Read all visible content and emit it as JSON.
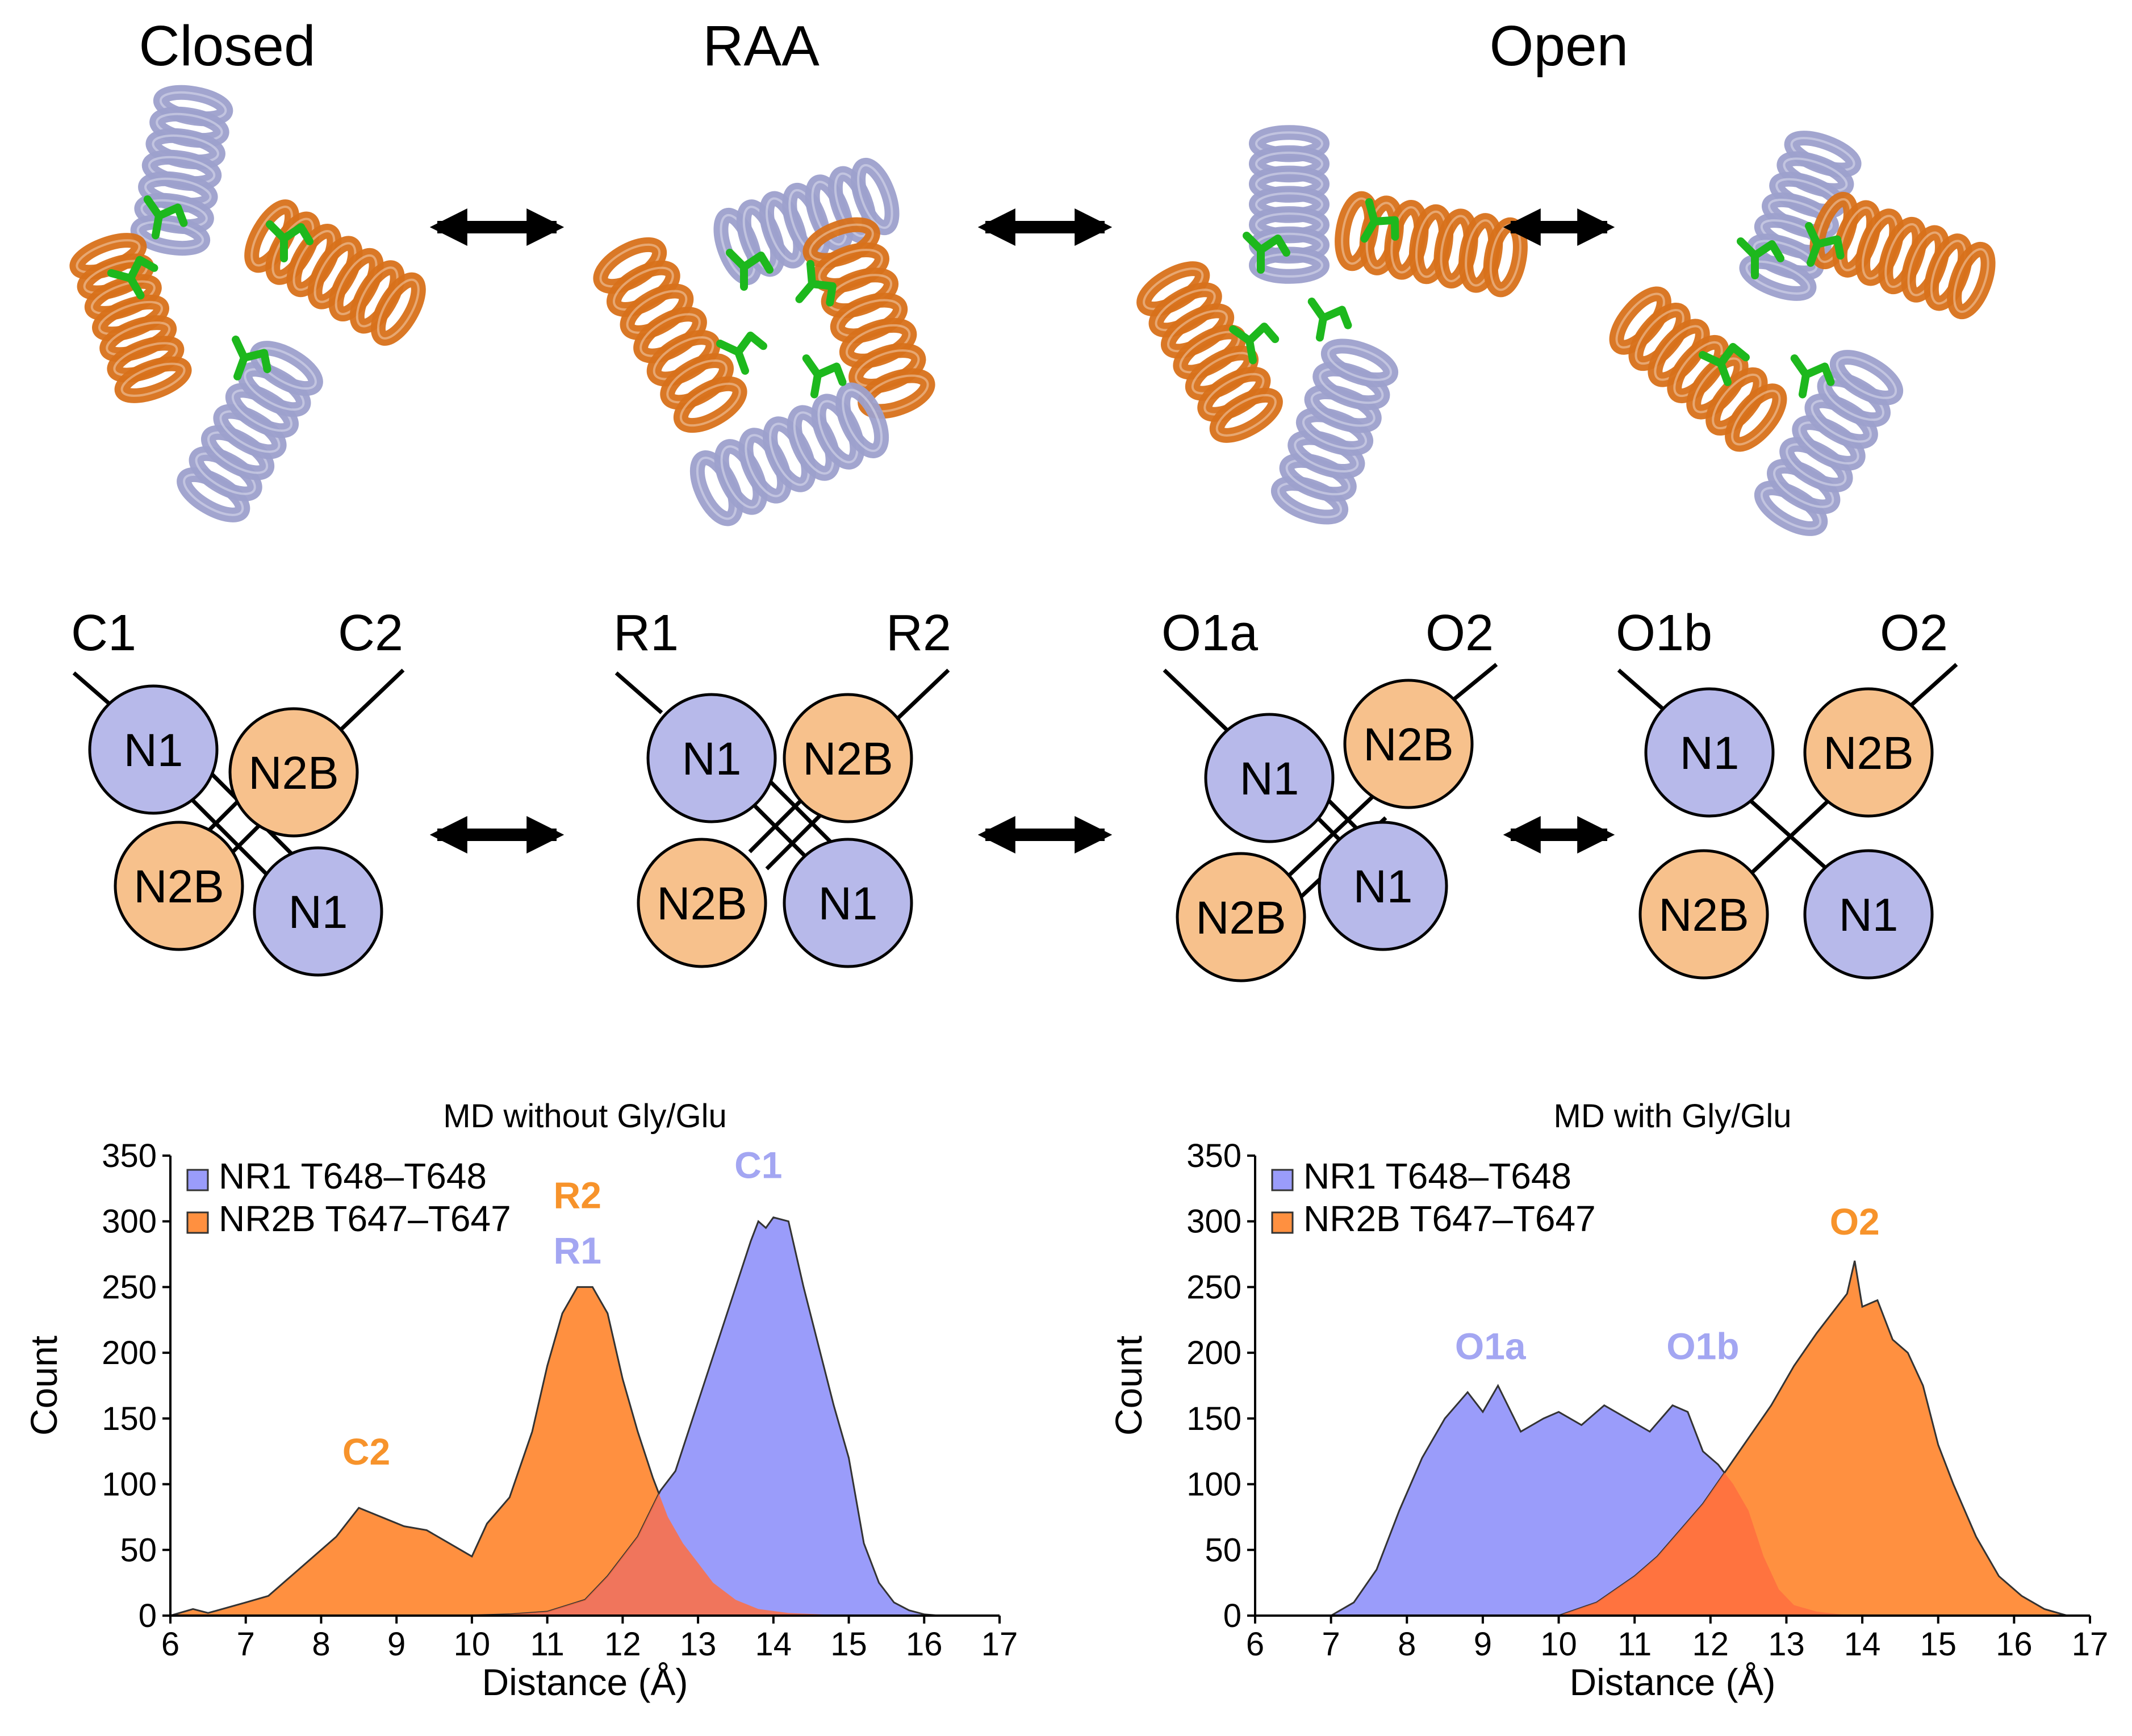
{
  "colors": {
    "n1_fill": "#b7b9ea",
    "n2b_fill": "#f7c18c",
    "helix_n1": "#9da0cc",
    "helix_n2b": "#d8711a",
    "residue": "#1db81d",
    "series_nr1": "#9a9cfa",
    "series_nr2b": "#ff9040",
    "overlap": "#ff6e40",
    "peak_n1": "#a3a6f2",
    "peak_n2b": "#f7932b"
  },
  "states": {
    "closed": "Closed",
    "raa": "RAA",
    "open": "Open"
  },
  "schematics": [
    {
      "id": "closed",
      "left_label": "C1",
      "right_label": "C2",
      "nodes": [
        "N1",
        "N2B",
        "N2B",
        "N1"
      ]
    },
    {
      "id": "raa",
      "left_label": "R1",
      "right_label": "R2",
      "nodes": [
        "N1",
        "N2B",
        "N2B",
        "N1"
      ]
    },
    {
      "id": "open_a",
      "left_label": "O1a",
      "right_label": "O2",
      "nodes": [
        "N1",
        "N2B",
        "N2B",
        "N1"
      ]
    },
    {
      "id": "open_b",
      "left_label": "O1b",
      "right_label": "O2",
      "nodes": [
        "N1",
        "N2B",
        "N2B",
        "N1"
      ]
    }
  ],
  "arrow_icon": "double-arrow-icon",
  "chart_data": [
    {
      "type": "area",
      "title": "MD without Gly/Glu",
      "xlabel": "Distance (Å)",
      "ylabel": "Count",
      "xlim": [
        6,
        17
      ],
      "ylim": [
        0,
        350
      ],
      "xticks": [
        "6",
        "7",
        "8",
        "9",
        "10",
        "11",
        "12",
        "13",
        "14",
        "15",
        "16",
        "17"
      ],
      "yticks": [
        "0",
        "50",
        "100",
        "150",
        "200",
        "250",
        "300",
        "350"
      ],
      "legend_position": "top-left",
      "series": [
        {
          "name": "NR1 T648–T648",
          "x": [
            9.9,
            10.5,
            11.0,
            11.5,
            11.8,
            12.2,
            12.5,
            12.7,
            12.9,
            13.1,
            13.3,
            13.5,
            13.7,
            13.8,
            13.9,
            14.0,
            14.2,
            14.4,
            14.6,
            14.8,
            15.0,
            15.2,
            15.4,
            15.6,
            15.8,
            16.0,
            16.2
          ],
          "values": [
            0,
            1,
            3,
            12,
            30,
            60,
            95,
            110,
            145,
            180,
            215,
            250,
            285,
            300,
            295,
            303,
            300,
            250,
            205,
            160,
            120,
            55,
            25,
            10,
            4,
            1,
            0
          ]
        },
        {
          "name": "NR2B T647–T647",
          "x": [
            6.0,
            6.3,
            6.5,
            7.0,
            7.3,
            7.6,
            7.9,
            8.2,
            8.5,
            8.8,
            9.1,
            9.4,
            9.7,
            10.0,
            10.2,
            10.5,
            10.8,
            11.0,
            11.2,
            11.4,
            11.6,
            11.8,
            12.0,
            12.2,
            12.4,
            12.6,
            12.8,
            13.0,
            13.2,
            13.5,
            13.8,
            14.2,
            14.6,
            15.0
          ],
          "values": [
            0,
            5,
            2,
            10,
            15,
            30,
            45,
            60,
            82,
            75,
            68,
            65,
            55,
            45,
            70,
            90,
            140,
            190,
            230,
            250,
            250,
            230,
            180,
            140,
            105,
            75,
            55,
            40,
            25,
            12,
            5,
            2,
            1,
            0
          ]
        }
      ],
      "annotations": [
        {
          "text": "C2",
          "series": "NR2B T647–T647",
          "x": 8.6,
          "y": 115
        },
        {
          "text": "R2",
          "series": "NR2B T647–T647",
          "x": 11.4,
          "y": 310
        },
        {
          "text": "R1",
          "series": "NR1 T648–T648",
          "x": 11.4,
          "y": 268
        },
        {
          "text": "C1",
          "series": "NR1 T648–T648",
          "x": 13.8,
          "y": 333
        }
      ]
    },
    {
      "type": "area",
      "title": "MD with Gly/Glu",
      "xlabel": "Distance (Å)",
      "ylabel": "Count",
      "xlim": [
        6,
        17
      ],
      "ylim": [
        0,
        350
      ],
      "xticks": [
        "6",
        "7",
        "8",
        "9",
        "10",
        "11",
        "12",
        "13",
        "14",
        "15",
        "16",
        "17"
      ],
      "yticks": [
        "0",
        "50",
        "100",
        "150",
        "200",
        "250",
        "300",
        "350"
      ],
      "legend_position": "top-left",
      "series": [
        {
          "name": "NR1 T648–T648",
          "x": [
            7.0,
            7.3,
            7.6,
            7.9,
            8.2,
            8.5,
            8.8,
            9.0,
            9.2,
            9.5,
            9.8,
            10.0,
            10.3,
            10.6,
            10.9,
            11.2,
            11.5,
            11.7,
            11.9,
            12.1,
            12.3,
            12.5,
            12.7,
            12.9,
            13.1,
            13.4,
            13.7,
            14.0
          ],
          "values": [
            0,
            10,
            35,
            80,
            120,
            150,
            170,
            155,
            175,
            140,
            150,
            155,
            145,
            160,
            150,
            140,
            160,
            155,
            125,
            115,
            100,
            80,
            45,
            20,
            8,
            3,
            1,
            0
          ]
        },
        {
          "name": "NR2B T647–T647",
          "x": [
            10.0,
            10.5,
            11.0,
            11.3,
            11.6,
            11.9,
            12.2,
            12.5,
            12.8,
            13.1,
            13.4,
            13.6,
            13.8,
            13.9,
            14.0,
            14.2,
            14.4,
            14.6,
            14.8,
            15.0,
            15.2,
            15.5,
            15.8,
            16.1,
            16.4,
            16.7
          ],
          "values": [
            0,
            10,
            30,
            45,
            65,
            85,
            110,
            135,
            160,
            190,
            215,
            230,
            245,
            270,
            235,
            240,
            210,
            200,
            175,
            130,
            100,
            60,
            30,
            15,
            5,
            0
          ]
        }
      ],
      "annotations": [
        {
          "text": "O1a",
          "series": "NR1 T648–T648",
          "x": 9.1,
          "y": 195
        },
        {
          "text": "O1b",
          "series": "NR1 T648–T648",
          "x": 11.9,
          "y": 195
        },
        {
          "text": "O2",
          "series": "NR2B T647–T647",
          "x": 13.9,
          "y": 290
        }
      ]
    }
  ]
}
